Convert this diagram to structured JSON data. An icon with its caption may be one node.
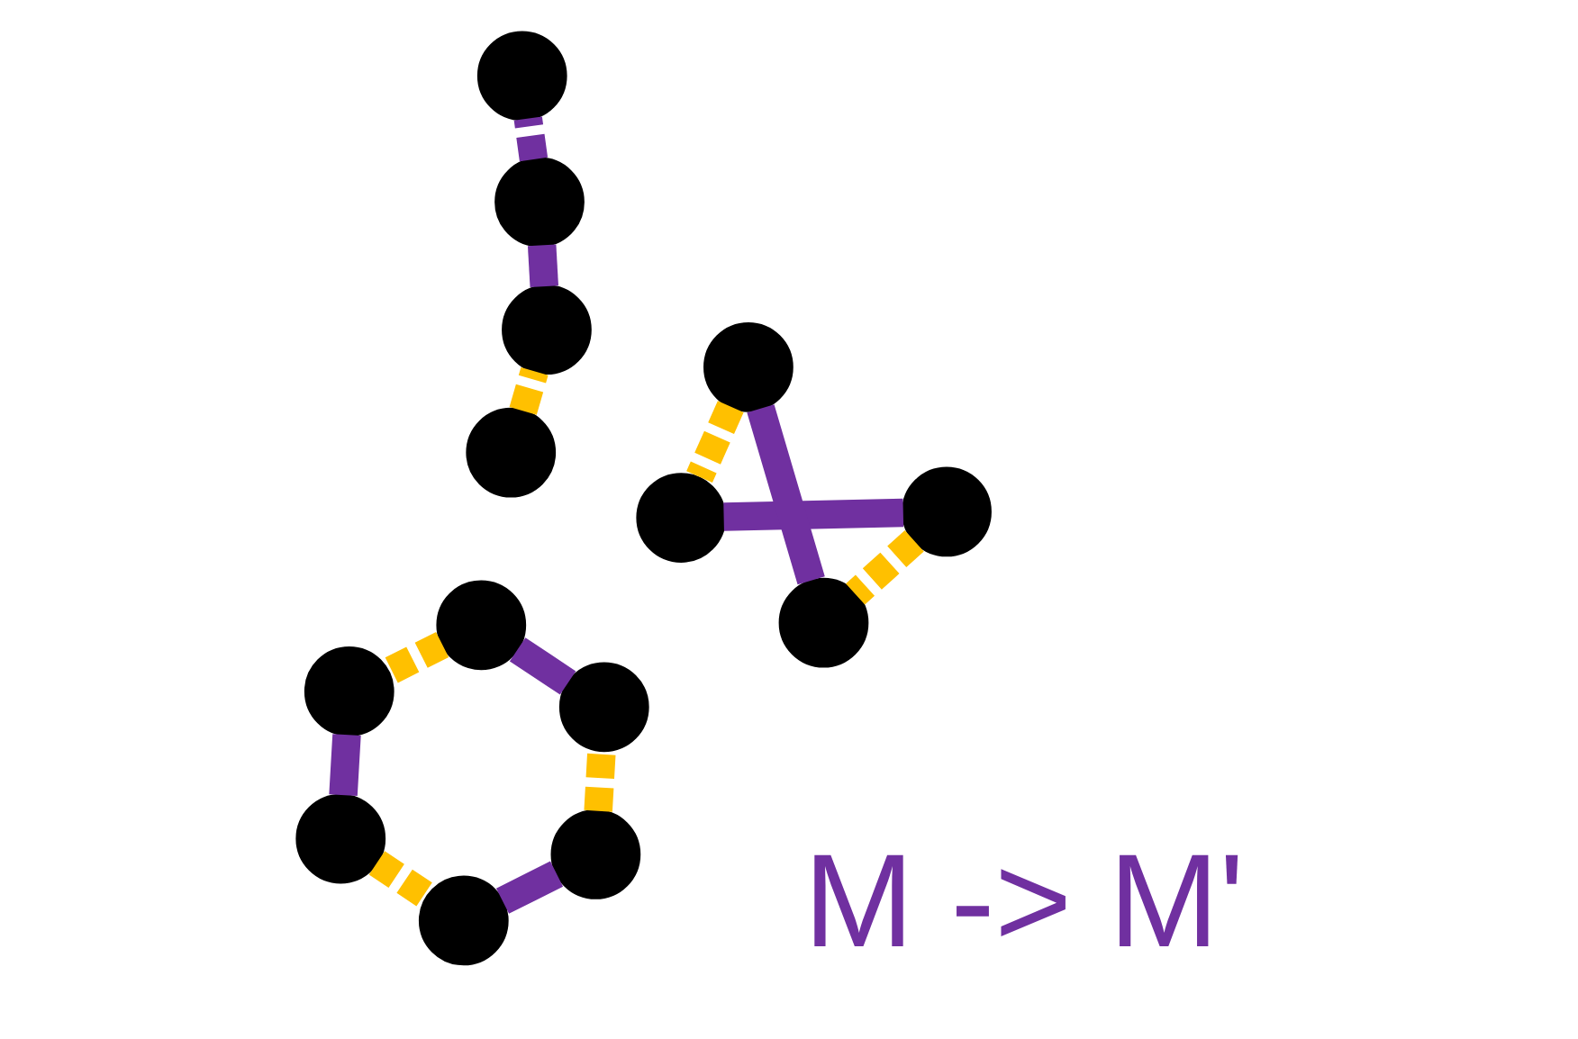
{
  "diagram": {
    "nodes": [
      {
        "text": [],
        "shape": "circle"
      },
      {
        "text": [],
        "shape": "circle"
      },
      {
        "text": [],
        "shape": "circle"
      },
      {
        "text": [],
        "shape": "circle"
      },
      {
        "text": [],
        "shape": "circle"
      },
      {
        "text": [],
        "shape": "circle"
      },
      {
        "text": [],
        "shape": "circle"
      },
      {
        "text": [],
        "shape": "circle"
      },
      {
        "text": [],
        "shape": "circle"
      },
      {
        "text": [],
        "shape": "circle"
      },
      {
        "text": [],
        "shape": "circle"
      },
      {
        "text": [],
        "shape": "circle"
      },
      {
        "text": [],
        "shape": "circle"
      },
      {
        "text": [],
        "shape": "circle"
      }
    ],
    "edges": [
      {
        "from": 0,
        "to": 1,
        "arrow": "none",
        "style": "dashed",
        "color": "#ffc000"
      },
      {
        "from": 1,
        "to": 2,
        "arrow": "none",
        "color": "#7030a0"
      },
      {
        "from": 2,
        "to": 3,
        "arrow": "none",
        "style": "dashed",
        "color": "#ffc000"
      },
      {
        "from": 3,
        "to": 4,
        "arrow": "none",
        "color": "#7030a0"
      },
      {
        "from": 4,
        "to": 5,
        "arrow": "none",
        "style": "dashed",
        "color": "#ffc000"
      },
      {
        "from": 5,
        "to": 0,
        "arrow": "none",
        "color": "#7030a0"
      },
      {
        "from": 6,
        "to": 7,
        "arrow": "none",
        "color": "#7030a0"
      },
      {
        "from": 7,
        "to": 8,
        "arrow": "none",
        "style": "dashed",
        "color": "#ffc000"
      },
      {
        "from": 8,
        "to": 9,
        "arrow": "none",
        "color": "#7030a0"
      },
      {
        "from": 9,
        "to": 6,
        "arrow": "none",
        "style": "dashed",
        "color": "#ffc000"
      },
      {
        "from": 10,
        "to": 11,
        "arrow": "none",
        "style": "dashed",
        "color": "#ffc000"
      },
      {
        "from": 11,
        "to": 12,
        "arrow": "none",
        "color": "#7030a0"
      },
      {
        "from": 12,
        "to": 13,
        "arrow": "none",
        "style": "dashed",
        "color": "#7030a0"
      }
    ],
    "labels": [
      "M -> M'"
    ]
  }
}
